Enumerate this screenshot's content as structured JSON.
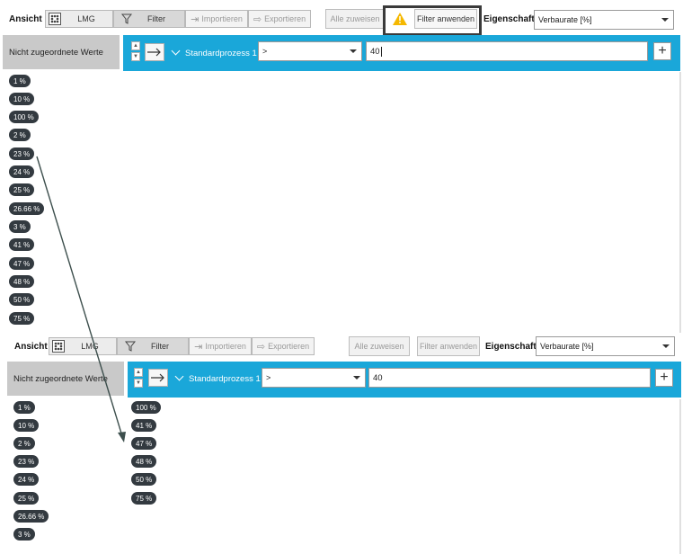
{
  "panel_top": {
    "toolbar": {
      "view_label": "Ansicht",
      "lmg_label": "LMG",
      "filter_label": "Filter",
      "import_label": "Importieren",
      "export_label": "Exportieren",
      "assign_all_label": "Alle zuweisen",
      "apply_filter_label": "Filter anwenden",
      "property_label": "Eigenschaft",
      "property_value": "Verbaurate [%]"
    },
    "unassigned_header": "Nicht zugeordnete Werte",
    "filter_row": {
      "process_label": "Standardprozess 1",
      "operator_value": ">",
      "value": "40"
    },
    "unassigned_values": [
      "1 %",
      "10 %",
      "100 %",
      "2 %",
      "23 %",
      "24 %",
      "25 %",
      "26.66 %",
      "3 %",
      "41 %",
      "47 %",
      "48 %",
      "50 %",
      "75 %"
    ]
  },
  "panel_bottom": {
    "toolbar": {
      "view_label": "Ansicht",
      "lmg_label": "LMG",
      "filter_label": "Filter",
      "import_label": "Importieren",
      "export_label": "Exportieren",
      "assign_all_label": "Alle zuweisen",
      "apply_filter_label": "Filter anwenden",
      "property_label": "Eigenschaft",
      "property_value": "Verbaurate [%]"
    },
    "unassigned_header": "Nicht zugeordnete Werte",
    "filter_row": {
      "process_label": "Standardprozess 1",
      "operator_value": ">",
      "value": "40"
    },
    "unassigned_values": [
      "1 %",
      "10 %",
      "2 %",
      "23 %",
      "24 %",
      "25 %",
      "26.66 %",
      "3 %"
    ],
    "assigned_values": [
      "100 %",
      "41 %",
      "47 %",
      "48 %",
      "50 %",
      "75 %"
    ]
  },
  "colors": {
    "accent": "#1aa7d9",
    "chip": "#333a40",
    "warning": "#f5b800"
  }
}
